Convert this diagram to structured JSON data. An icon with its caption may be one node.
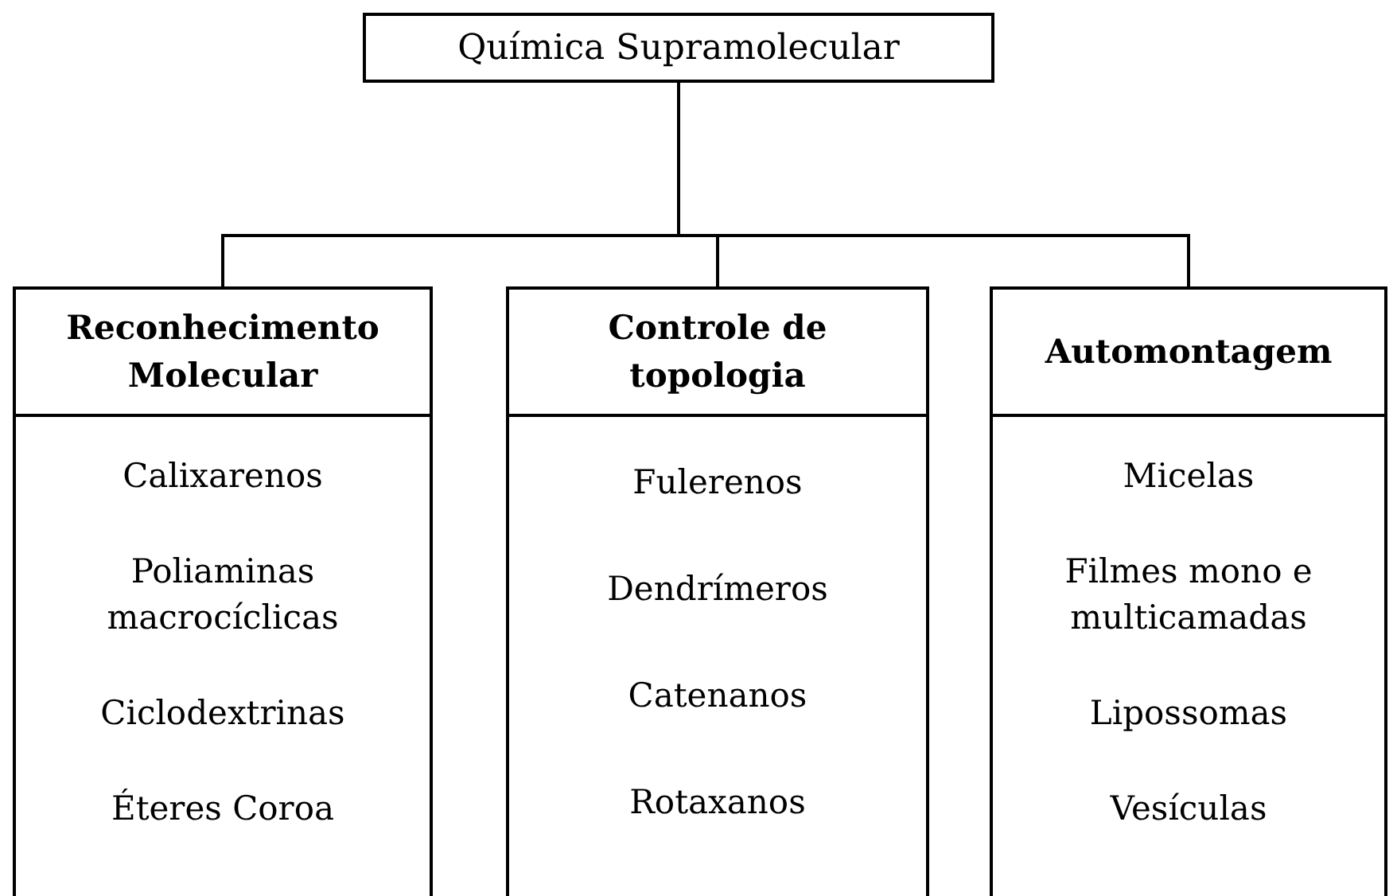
{
  "diagram": {
    "nodes": [
      {
        "text": [
          "Química Supramolecular"
        ]
      },
      {
        "text": [
          "Reconhecimento Molecular",
          "Calixarenos",
          "Poliaminas macrocíclicas",
          "Ciclodextrinas",
          "Éteres Coroa"
        ]
      },
      {
        "text": [
          "Controle de topologia",
          "Fulerenos",
          "Dendrímeros",
          "Catenanos",
          "Rotaxanos"
        ]
      },
      {
        "text": [
          "Automontagem",
          "Micelas",
          "Filmes mono e multicamadas",
          "Lipossomas",
          "Vesículas"
        ]
      }
    ],
    "edges": [
      {
        "from": 0,
        "to": 1,
        "arrow": "none"
      },
      {
        "from": 0,
        "to": 2,
        "arrow": "none"
      },
      {
        "from": 0,
        "to": 3,
        "arrow": "none"
      }
    ]
  }
}
